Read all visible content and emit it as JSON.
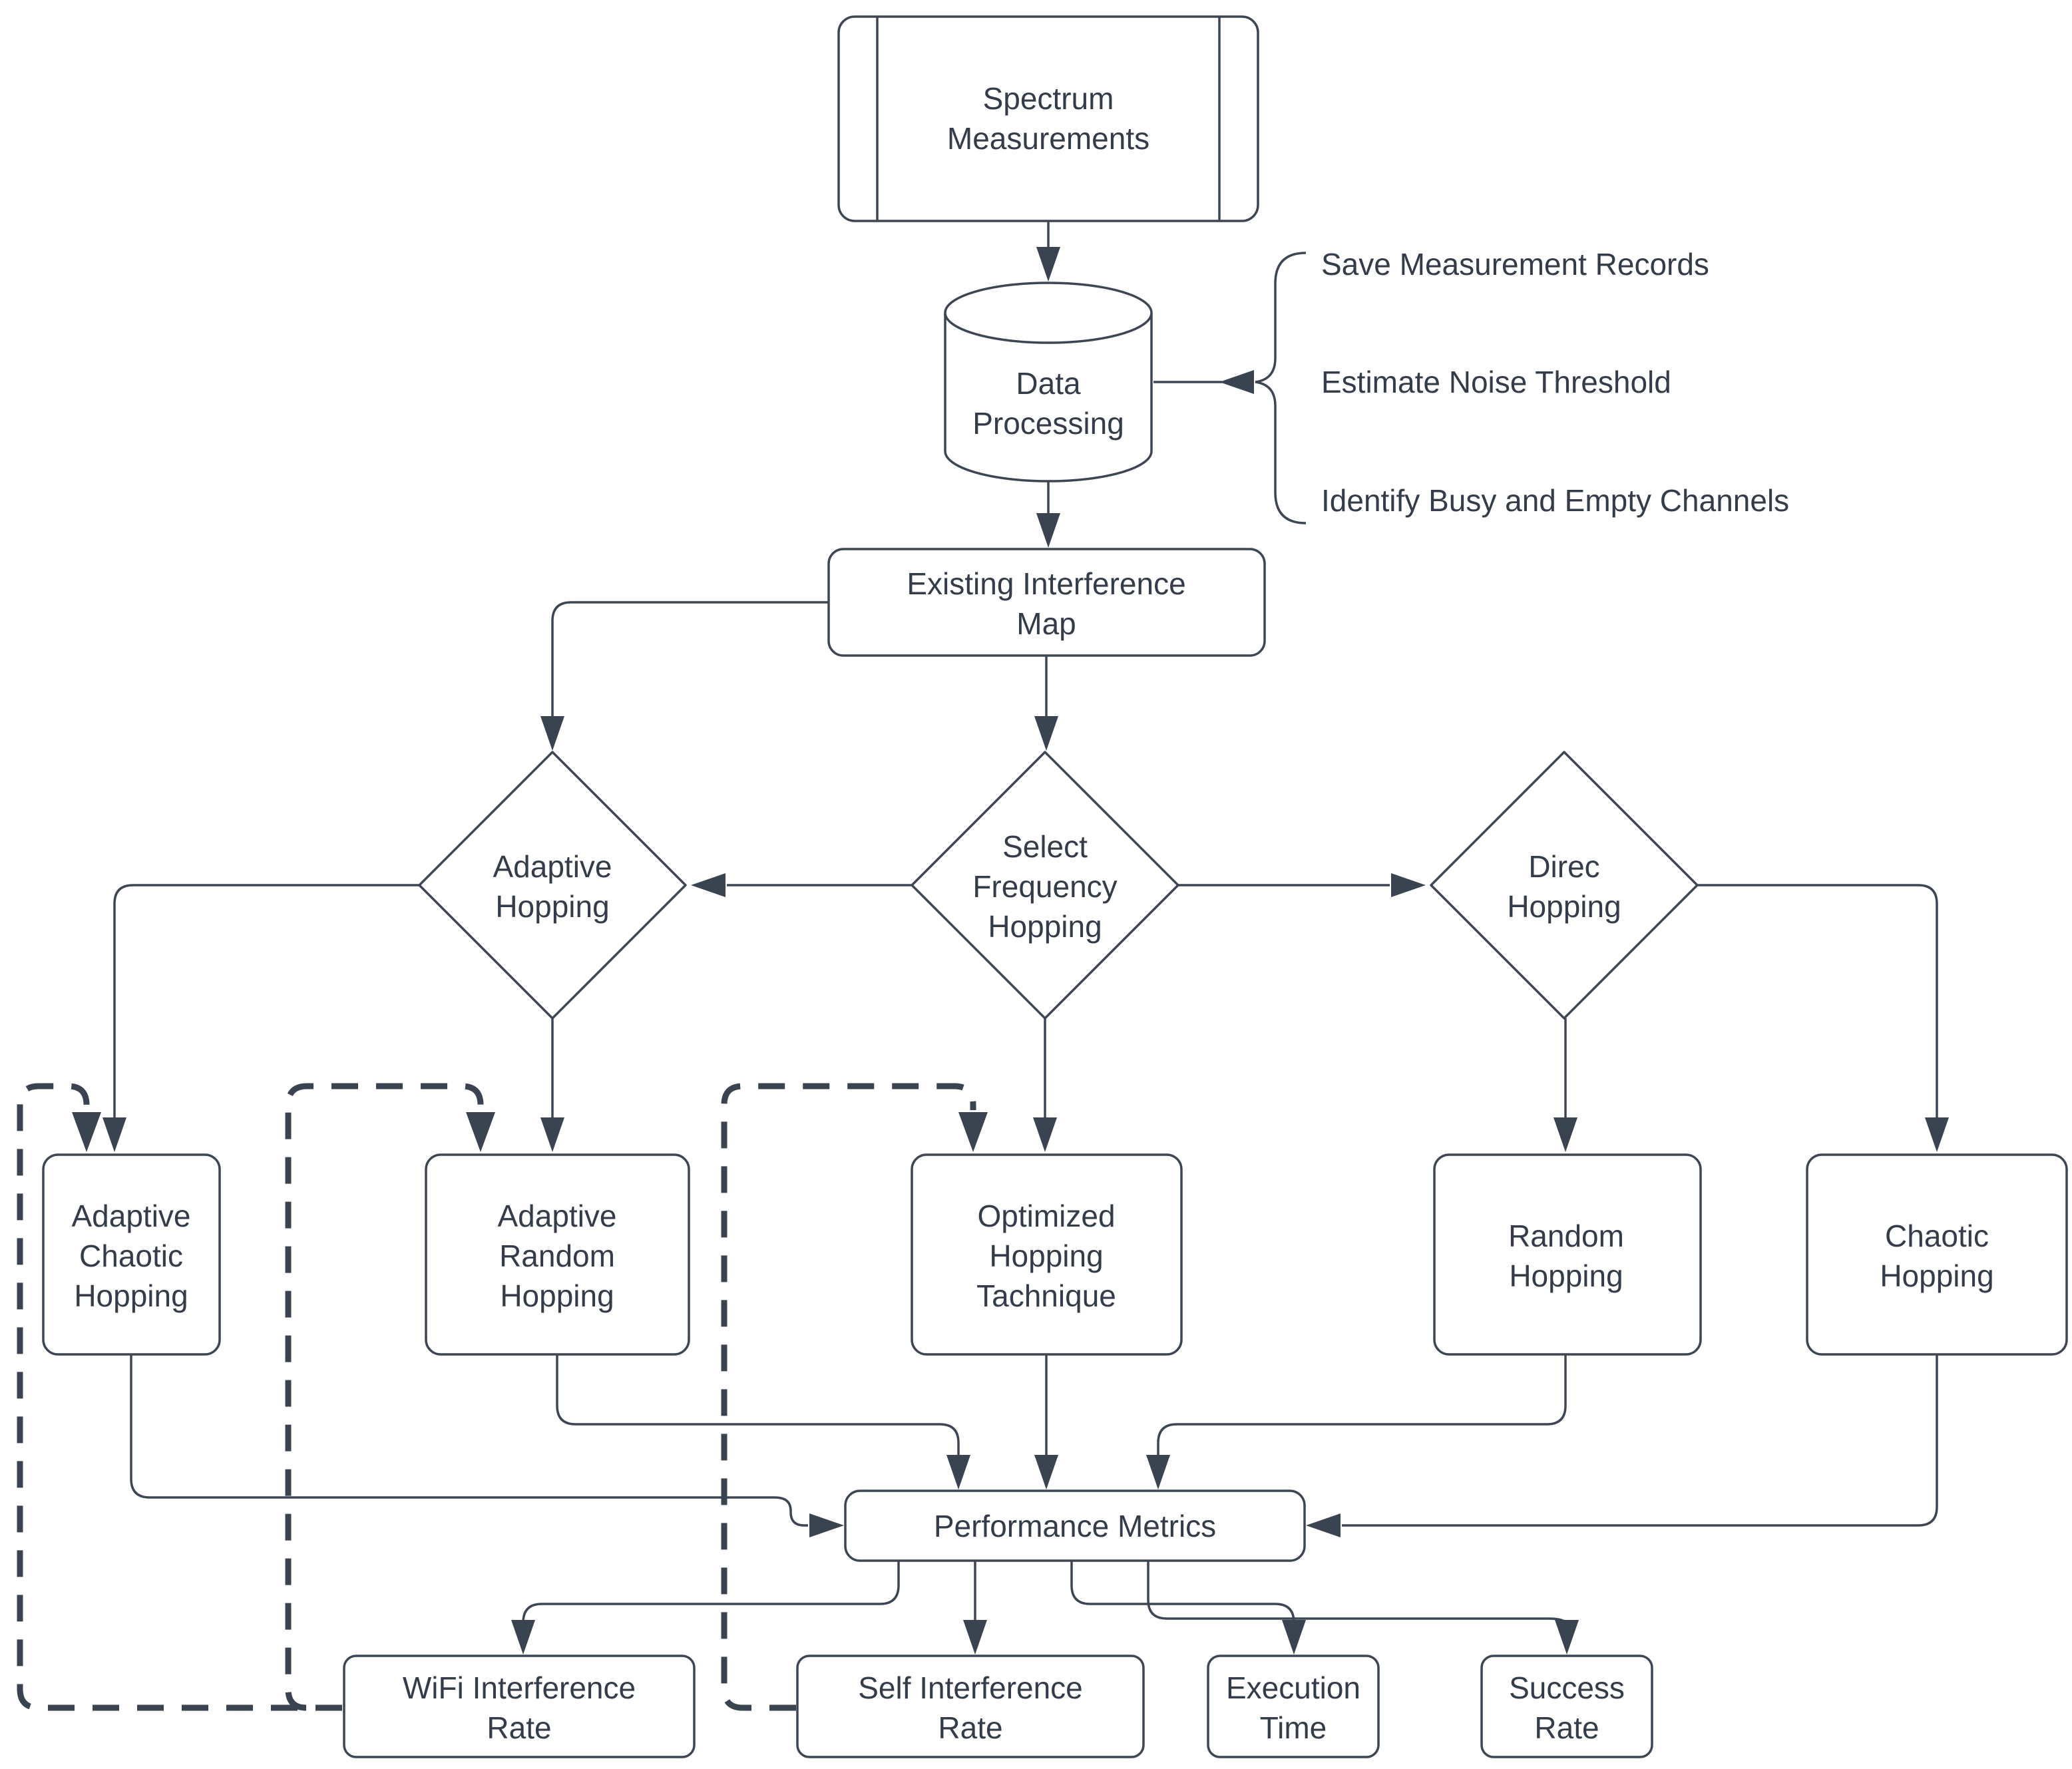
{
  "page": {
    "background": "#ffffff"
  },
  "palette": {
    "stroke": "#3e4654",
    "text": "#343c49",
    "dashed_stroke": "#3a4350"
  },
  "nodes": {
    "spectrum_measurements": {
      "shape": "predefined-process",
      "label": "Spectrum Measurements",
      "lines": [
        "Spectrum",
        "Measurements"
      ]
    },
    "data_processing": {
      "shape": "cylinder",
      "label": "Data Processing",
      "lines": [
        "Data",
        "Processing"
      ]
    },
    "existing_interference_map": {
      "shape": "rounded-rect",
      "label": "Existing Interference Map",
      "lines": [
        "Existing Interference",
        "Map"
      ]
    },
    "adaptive_hopping": {
      "shape": "diamond",
      "label": "Adaptive Hopping",
      "lines": [
        "Adaptive",
        "Hopping"
      ]
    },
    "select_frequency_hopping": {
      "shape": "diamond",
      "label": "Select Frequency Hopping",
      "lines": [
        "Select",
        "Frequency",
        "Hopping"
      ]
    },
    "direc_hopping": {
      "shape": "diamond",
      "label": "Direc Hopping",
      "lines": [
        "Direc",
        "Hopping"
      ]
    },
    "adaptive_chaotic_hopping": {
      "shape": "rounded-rect",
      "label": "Adaptive Chaotic Hopping",
      "lines": [
        "Adaptive",
        "Chaotic",
        "Hopping"
      ]
    },
    "adaptive_random_hopping": {
      "shape": "rounded-rect",
      "label": "Adaptive Random Hopping",
      "lines": [
        "Adaptive",
        "Random",
        "Hopping"
      ]
    },
    "optimized_hopping_tachnique": {
      "shape": "rounded-rect",
      "label": "Optimized Hopping Tachnique",
      "lines": [
        "Optimized",
        "Hopping",
        "Tachnique"
      ]
    },
    "random_hopping": {
      "shape": "rounded-rect",
      "label": "Random Hopping",
      "lines": [
        "Random",
        "Hopping"
      ]
    },
    "chaotic_hopping": {
      "shape": "rounded-rect",
      "label": "Chaotic Hopping",
      "lines": [
        "Chaotic",
        "Hopping"
      ]
    },
    "performance_metrics": {
      "shape": "rounded-rect",
      "label": "Performance Metrics",
      "lines": [
        "Performance Metrics"
      ]
    },
    "wifi_interference_rate": {
      "shape": "rounded-rect",
      "label": "WiFi Interference Rate",
      "lines": [
        "WiFi Interference",
        "Rate"
      ]
    },
    "self_interference_rate": {
      "shape": "rounded-rect",
      "label": "Self Interference Rate",
      "lines": [
        "Self Interference",
        "Rate"
      ]
    },
    "execution_time": {
      "shape": "rounded-rect",
      "label": "Execution Time",
      "lines": [
        "Execution",
        "Time"
      ]
    },
    "success_rate": {
      "shape": "rounded-rect",
      "label": "Success Rate",
      "lines": [
        "Success",
        "Rate"
      ]
    }
  },
  "annotations": {
    "items": [
      "Save Measurement Records",
      "Estimate Noise Threshold",
      "Identify Busy and Empty Channels"
    ]
  }
}
